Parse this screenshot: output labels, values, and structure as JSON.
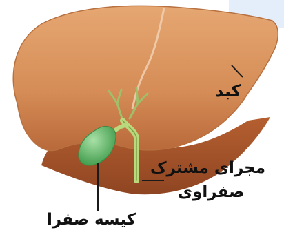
{
  "labels": {
    "liver": "کبد",
    "common_bile_duct_line1": "مجرای مشترک",
    "common_bile_duct_line2": "صفراوی",
    "gallbladder": "کیسه صفرا"
  },
  "colors": {
    "liver": "#d9955f",
    "liver_shadow": "#b86d3c",
    "liver_underside": "#a85a30",
    "gallbladder": "#6fbf73",
    "bile_duct": "#b9d97c",
    "corner_accent": "#cfe3f7"
  }
}
